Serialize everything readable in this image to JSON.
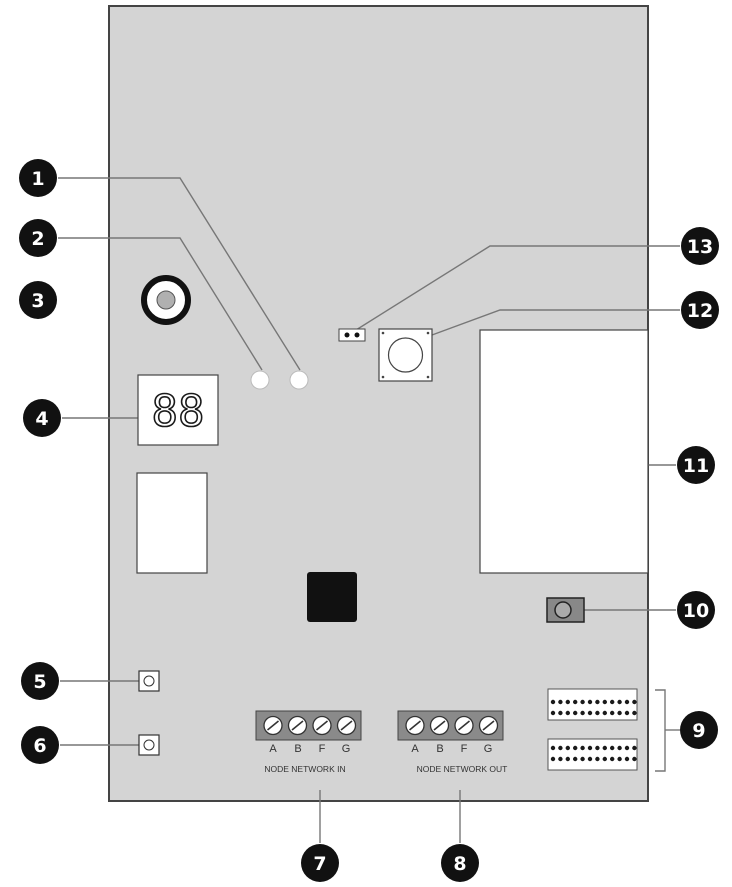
{
  "display": {
    "digits": "88"
  },
  "terminals": {
    "in": {
      "letters": [
        "A",
        "B",
        "F",
        "G"
      ],
      "label": "NODE NETWORK IN"
    },
    "out": {
      "letters": [
        "A",
        "B",
        "F",
        "G"
      ],
      "label": "NODE NETWORK OUT"
    }
  },
  "callouts": [
    "1",
    "2",
    "3",
    "4",
    "5",
    "6",
    "7",
    "8",
    "9",
    "10",
    "11",
    "12",
    "13"
  ],
  "colors": {
    "board": "#d4d4d4",
    "board_border": "#444444",
    "callout_fill": "#111111",
    "leader": "#666666"
  }
}
